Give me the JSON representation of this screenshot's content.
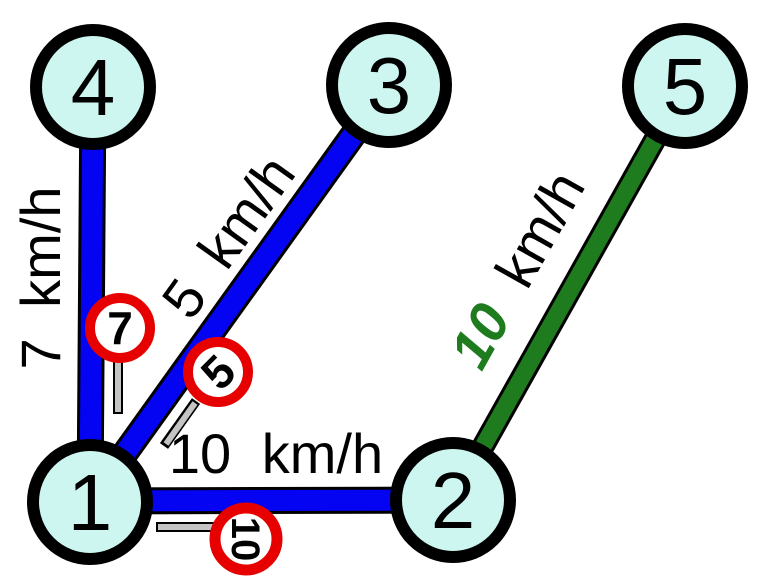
{
  "colors": {
    "background": "#FFFFFF",
    "node_fill": "#CDF6F0",
    "node_stroke": "#000000",
    "edge_blue": "#0404F2",
    "edge_green": "#1E7C1E",
    "sign_red": "#E60000",
    "sign_inner": "#FFFFFF",
    "post_gray": "#C4C4C4",
    "label_black": "#000000",
    "label_green": "#1E7C1E"
  },
  "nodes": [
    {
      "id": "1",
      "label": "1"
    },
    {
      "id": "2",
      "label": "2"
    },
    {
      "id": "3",
      "label": "3"
    },
    {
      "id": "4",
      "label": "4"
    },
    {
      "id": "5",
      "label": "5"
    }
  ],
  "edges": [
    {
      "from": "4",
      "to": "1",
      "speed": "7",
      "unit": "km/h",
      "color": "blue"
    },
    {
      "from": "3",
      "to": "1",
      "speed": "5",
      "unit": "km/h",
      "color": "blue"
    },
    {
      "from": "1",
      "to": "2",
      "speed": "10",
      "unit": "km/h",
      "color": "blue"
    },
    {
      "from": "5",
      "to": "2",
      "speed": "10",
      "unit": "km/h",
      "color": "green"
    }
  ],
  "signs": [
    {
      "value": "7"
    },
    {
      "value": "5"
    },
    {
      "value": "10"
    }
  ]
}
